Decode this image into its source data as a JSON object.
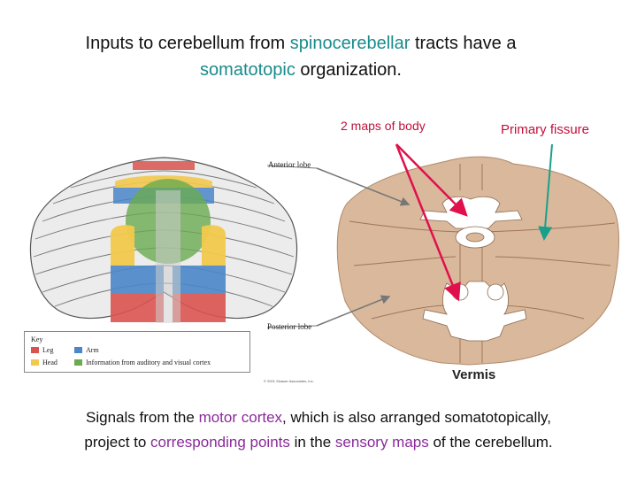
{
  "title": {
    "p1": "Inputs to cerebellum from ",
    "hl1": "spinocerebellar",
    "p2": " tracts have a",
    "hl2": "somatotopic",
    "p3": " organization."
  },
  "labels": {
    "maps": "2 maps of body",
    "fissure": "Primary fissure",
    "anterior": "Anterior lobe",
    "posterior": "Posterior lobe",
    "vermis": "Vermis",
    "copyright": "© 2001 Sinauer Associates, Inc."
  },
  "key": {
    "title": "Key",
    "items": [
      {
        "label": "Leg",
        "color": "#d9534f"
      },
      {
        "label": "Arm",
        "color": "#4a86c8"
      },
      {
        "label": "Head",
        "color": "#f2c94c"
      },
      {
        "label": "Information from auditory and visual cortex",
        "color": "#6aaa50"
      }
    ]
  },
  "footer": {
    "p1": "Signals from the ",
    "hl1": "motor cortex",
    "p2": ", which is also arranged somatotopically,",
    "p3": "project to ",
    "hl2": "corresponding points",
    "p4": " in the ",
    "hl3": "sensory maps",
    "p5": " of the cerebellum."
  },
  "colors": {
    "teal_text": "#1a8b8b",
    "purple_text": "#8a2a9a",
    "arrow_red": "#e0104c",
    "arrow_teal": "#1aa08a",
    "tissue": "#d9b89c"
  }
}
